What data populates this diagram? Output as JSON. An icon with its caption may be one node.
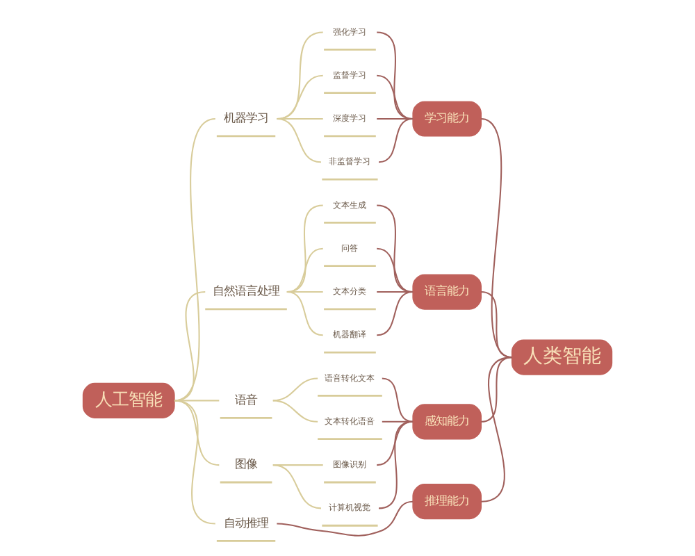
{
  "diagram": {
    "nodes": [
      {
        "text": [
          "人工智能"
        ]
      },
      {
        "text": [
          "机器学习"
        ]
      },
      {
        "text": [
          "强化学习"
        ]
      },
      {
        "text": [
          "监督学习"
        ]
      },
      {
        "text": [
          "深度学习"
        ]
      },
      {
        "text": [
          "非监督学习"
        ]
      },
      {
        "text": [
          "学习能力"
        ]
      },
      {
        "text": [
          "自然语言处理"
        ]
      },
      {
        "text": [
          "文本生成"
        ]
      },
      {
        "text": [
          "问答"
        ]
      },
      {
        "text": [
          "文本分类"
        ]
      },
      {
        "text": [
          "机器翻译"
        ]
      },
      {
        "text": [
          "语言能力"
        ]
      },
      {
        "text": [
          "语音"
        ]
      },
      {
        "text": [
          "语音转化文本"
        ]
      },
      {
        "text": [
          "文本转化语音"
        ]
      },
      {
        "text": [
          "图像"
        ]
      },
      {
        "text": [
          "图像识别"
        ]
      },
      {
        "text": [
          "计算机视觉"
        ]
      },
      {
        "text": [
          "感知能力"
        ]
      },
      {
        "text": [
          "自动推理"
        ]
      },
      {
        "text": [
          "推理能力"
        ]
      },
      {
        "text": [
          "人类智能"
        ]
      }
    ],
    "edges": [
      {
        "from": 0,
        "to": 1,
        "arrow": "none"
      },
      {
        "from": 0,
        "to": 7,
        "arrow": "none"
      },
      {
        "from": 0,
        "to": 13,
        "arrow": "none"
      },
      {
        "from": 0,
        "to": 16,
        "arrow": "none"
      },
      {
        "from": 0,
        "to": 20,
        "arrow": "none"
      },
      {
        "from": 1,
        "to": 2,
        "arrow": "none"
      },
      {
        "from": 1,
        "to": 3,
        "arrow": "none"
      },
      {
        "from": 1,
        "to": 4,
        "arrow": "none"
      },
      {
        "from": 1,
        "to": 5,
        "arrow": "none"
      },
      {
        "from": 2,
        "to": 6,
        "arrow": "none",
        "color": "#a0605c"
      },
      {
        "from": 3,
        "to": 6,
        "arrow": "none",
        "color": "#a0605c"
      },
      {
        "from": 4,
        "to": 6,
        "arrow": "none",
        "color": "#a0605c"
      },
      {
        "from": 5,
        "to": 6,
        "arrow": "none",
        "color": "#a0605c"
      },
      {
        "from": 7,
        "to": 8,
        "arrow": "none"
      },
      {
        "from": 7,
        "to": 9,
        "arrow": "none"
      },
      {
        "from": 7,
        "to": 10,
        "arrow": "none"
      },
      {
        "from": 7,
        "to": 11,
        "arrow": "none"
      },
      {
        "from": 8,
        "to": 12,
        "arrow": "none",
        "color": "#a0605c"
      },
      {
        "from": 9,
        "to": 12,
        "arrow": "none",
        "color": "#a0605c"
      },
      {
        "from": 10,
        "to": 12,
        "arrow": "none",
        "color": "#a0605c"
      },
      {
        "from": 11,
        "to": 12,
        "arrow": "none",
        "color": "#a0605c"
      },
      {
        "from": 13,
        "to": 14,
        "arrow": "none"
      },
      {
        "from": 13,
        "to": 15,
        "arrow": "none"
      },
      {
        "from": 16,
        "to": 17,
        "arrow": "none"
      },
      {
        "from": 16,
        "to": 18,
        "arrow": "none"
      },
      {
        "from": 14,
        "to": 19,
        "arrow": "none",
        "color": "#a0605c"
      },
      {
        "from": 15,
        "to": 19,
        "arrow": "none",
        "color": "#a0605c"
      },
      {
        "from": 17,
        "to": 19,
        "arrow": "none",
        "color": "#a0605c"
      },
      {
        "from": 18,
        "to": 19,
        "arrow": "none",
        "color": "#a0605c"
      },
      {
        "from": 20,
        "to": 21,
        "arrow": "none",
        "color": "#a0605c"
      },
      {
        "from": 6,
        "to": 22,
        "arrow": "none",
        "color": "#a0605c"
      },
      {
        "from": 12,
        "to": 22,
        "arrow": "none",
        "color": "#a0605c"
      },
      {
        "from": 19,
        "to": 22,
        "arrow": "none",
        "color": "#a0605c"
      },
      {
        "from": 21,
        "to": 22,
        "arrow": "none",
        "color": "#a0605c"
      }
    ]
  }
}
